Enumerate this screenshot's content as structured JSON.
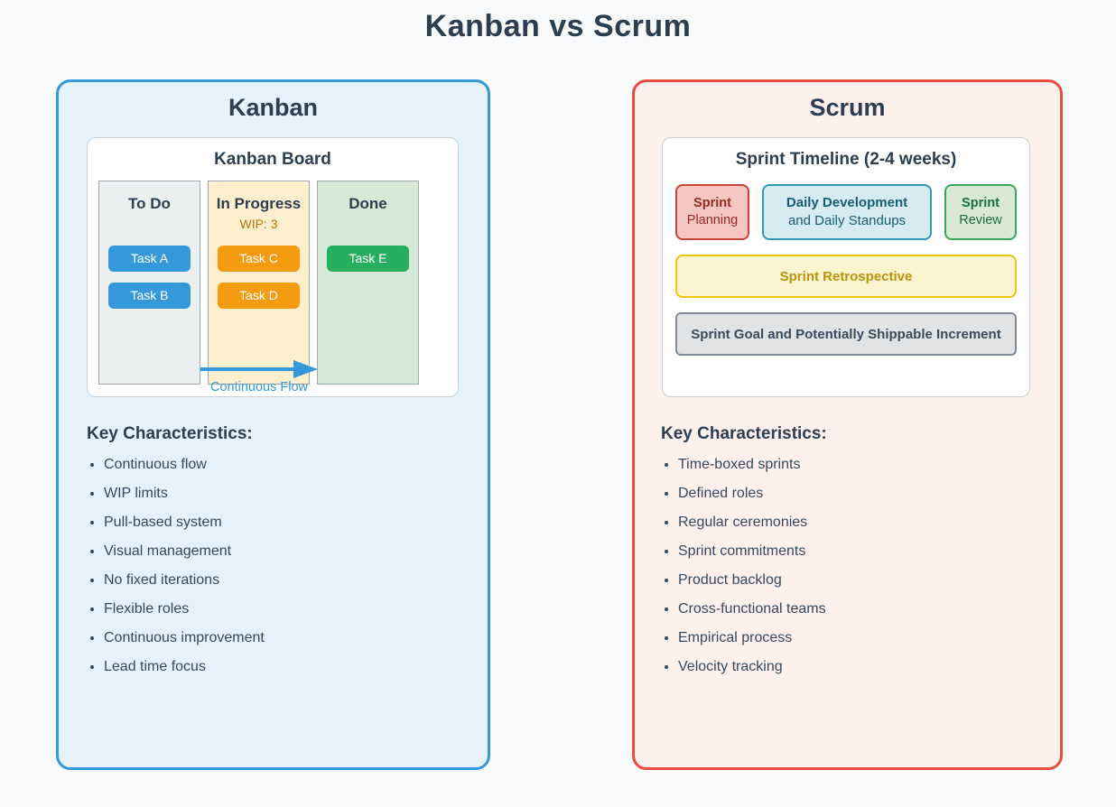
{
  "page": {
    "title": "Kanban vs Scrum",
    "background": "#f8f9fa",
    "heading_color": "#2c3e50"
  },
  "kanban": {
    "title": "Kanban",
    "accent": "#3498db",
    "panel_bg": "#e6f2fb",
    "board": {
      "title": "Kanban Board",
      "columns": [
        {
          "name": "To Do",
          "wip": "",
          "bg": "#eceff0",
          "task_color": "#3498db",
          "tasks": [
            "Task A",
            "Task B"
          ]
        },
        {
          "name": "In Progress",
          "wip": "WIP: 3",
          "bg": "#fdeecd",
          "task_color": "#f39c12",
          "tasks": [
            "Task C",
            "Task D"
          ]
        },
        {
          "name": "Done",
          "wip": "",
          "bg": "#d6e9d6",
          "task_color": "#27ae60",
          "tasks": [
            "Task E"
          ]
        }
      ],
      "flow_label": "Continuous Flow",
      "flow_color": "#3498db"
    },
    "characteristics": {
      "heading": "Key Characteristics:",
      "items": [
        "Continuous flow",
        "WIP limits",
        "Pull-based system",
        "Visual management",
        "No fixed iterations",
        "Flexible roles",
        "Continuous improvement",
        "Lead time focus"
      ]
    }
  },
  "scrum": {
    "title": "Scrum",
    "accent": "#e74c3c",
    "panel_bg": "#fdf0ed",
    "timeline": {
      "title": "Sprint Timeline (2-4 weeks)",
      "planning": {
        "line1": "Sprint",
        "line2": "Planning",
        "bg": "#f6c6c2",
        "border": "#cb4335",
        "text": "#922b21"
      },
      "daily": {
        "line1": "Daily Development",
        "line2": "and Daily Standups",
        "bg": "#d6ebf2",
        "border": "#2e9ab5",
        "text": "#155e75"
      },
      "review": {
        "line1": "Sprint",
        "line2": "Review",
        "bg": "#d8ead3",
        "border": "#3aa55c",
        "text": "#1b6e3d"
      },
      "retrospective": {
        "label": "Sprint Retrospective",
        "bg": "#fcf3cf",
        "border": "#f1c40f",
        "text": "#b7950b"
      },
      "goal": {
        "label": "Sprint Goal and Potentially Shippable Increment",
        "bg": "#e1e3e5",
        "border": "#808b96",
        "text": "#3a4a5c"
      }
    },
    "characteristics": {
      "heading": "Key Characteristics:",
      "items": [
        "Time-boxed sprints",
        "Defined roles",
        "Regular ceremonies",
        "Sprint commitments",
        "Product backlog",
        "Cross-functional teams",
        "Empirical process",
        "Velocity tracking"
      ]
    }
  }
}
